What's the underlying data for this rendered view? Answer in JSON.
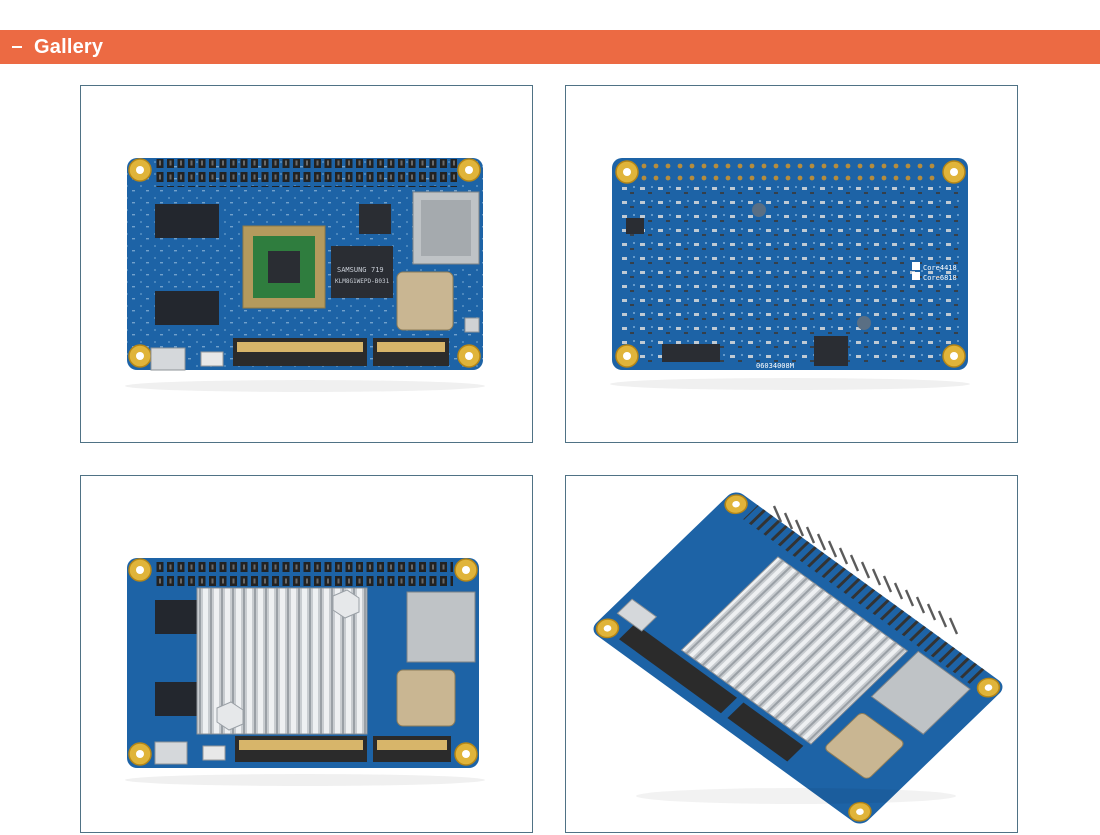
{
  "section": {
    "title": "Gallery",
    "toggle_icon": "minus-icon",
    "bar_color": "#ec6a43"
  },
  "gallery": {
    "border_color": "#4f7285",
    "board_color": "#1d63a6",
    "images": [
      {
        "view": "top",
        "heatsink": false
      },
      {
        "view": "bottom",
        "heatsink": false,
        "silkscreen": [
          "Core4418",
          "Core6818",
          "06034008M"
        ]
      },
      {
        "view": "top",
        "heatsink": true
      },
      {
        "view": "angled",
        "heatsink": true
      }
    ]
  },
  "chip_text": {
    "samsung_chip": [
      "SAMSUNG",
      "719",
      "KLM8G1WEPD-B031"
    ]
  }
}
